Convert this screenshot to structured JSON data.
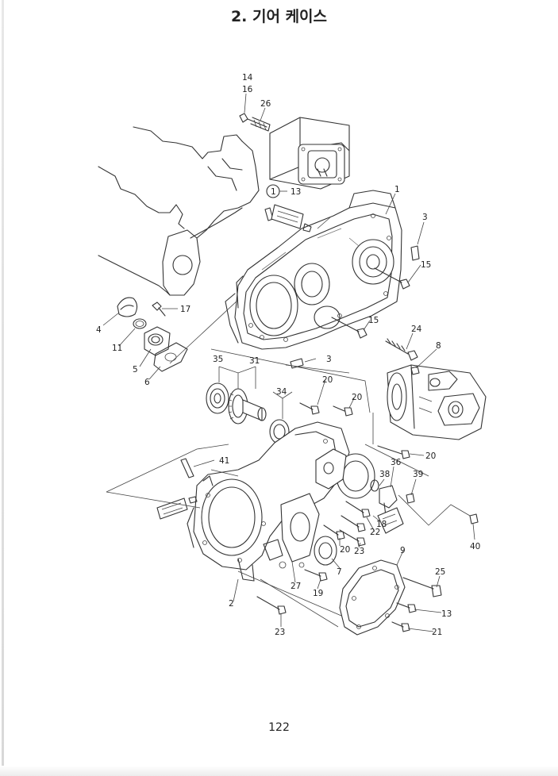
{
  "page": {
    "title": "2. 기어 케이스",
    "number": "122"
  },
  "callouts": [
    {
      "id": "c14",
      "text": "14"
    },
    {
      "id": "c16",
      "text": "16"
    },
    {
      "id": "c26",
      "text": "26"
    },
    {
      "id": "c1a",
      "text": "1"
    },
    {
      "id": "c13a",
      "text": "13"
    },
    {
      "id": "c1",
      "text": "1"
    },
    {
      "id": "c3a",
      "text": "3"
    },
    {
      "id": "c15a",
      "text": "15"
    },
    {
      "id": "c17",
      "text": "17"
    },
    {
      "id": "c4",
      "text": "4"
    },
    {
      "id": "c11",
      "text": "11"
    },
    {
      "id": "c5",
      "text": "5"
    },
    {
      "id": "c6",
      "text": "6"
    },
    {
      "id": "c15b",
      "text": "15"
    },
    {
      "id": "c24",
      "text": "24"
    },
    {
      "id": "c8",
      "text": "8"
    },
    {
      "id": "c35",
      "text": "35"
    },
    {
      "id": "c31",
      "text": "31"
    },
    {
      "id": "c3b",
      "text": "3"
    },
    {
      "id": "c34",
      "text": "34"
    },
    {
      "id": "c20a",
      "text": "20"
    },
    {
      "id": "c20b",
      "text": "20"
    },
    {
      "id": "c20c",
      "text": "20"
    },
    {
      "id": "c41",
      "text": "41"
    },
    {
      "id": "c36",
      "text": "36"
    },
    {
      "id": "c38",
      "text": "38"
    },
    {
      "id": "c39",
      "text": "39"
    },
    {
      "id": "c22",
      "text": "22"
    },
    {
      "id": "c18",
      "text": "18"
    },
    {
      "id": "c40",
      "text": "40"
    },
    {
      "id": "c20d",
      "text": "20"
    },
    {
      "id": "c23a",
      "text": "23"
    },
    {
      "id": "c9",
      "text": "9"
    },
    {
      "id": "c7",
      "text": "7"
    },
    {
      "id": "c25",
      "text": "25"
    },
    {
      "id": "c27",
      "text": "27"
    },
    {
      "id": "c19",
      "text": "19"
    },
    {
      "id": "c2",
      "text": "2"
    },
    {
      "id": "c13b",
      "text": "13"
    },
    {
      "id": "c23b",
      "text": "23"
    },
    {
      "id": "c21",
      "text": "21"
    }
  ]
}
